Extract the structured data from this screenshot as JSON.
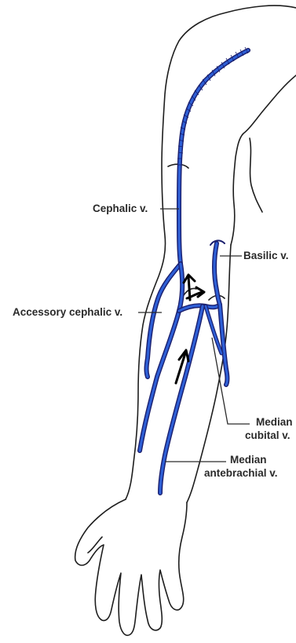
{
  "colors": {
    "vein": "#2e5fd6",
    "vein_outline": "#1a1f6e",
    "outline": "#1e1e1e",
    "text": "#2a2a2a"
  },
  "labels": {
    "cephalic": "Cephalic v.",
    "basilic": "Basilic v.",
    "accessory_cephalic": "Accessory cephalic v.",
    "median_cubital_1": "Median",
    "median_cubital_2": "cubital v.",
    "median_antebrachial_1": "Median",
    "median_antebrachial_2": "antebrachial v."
  }
}
